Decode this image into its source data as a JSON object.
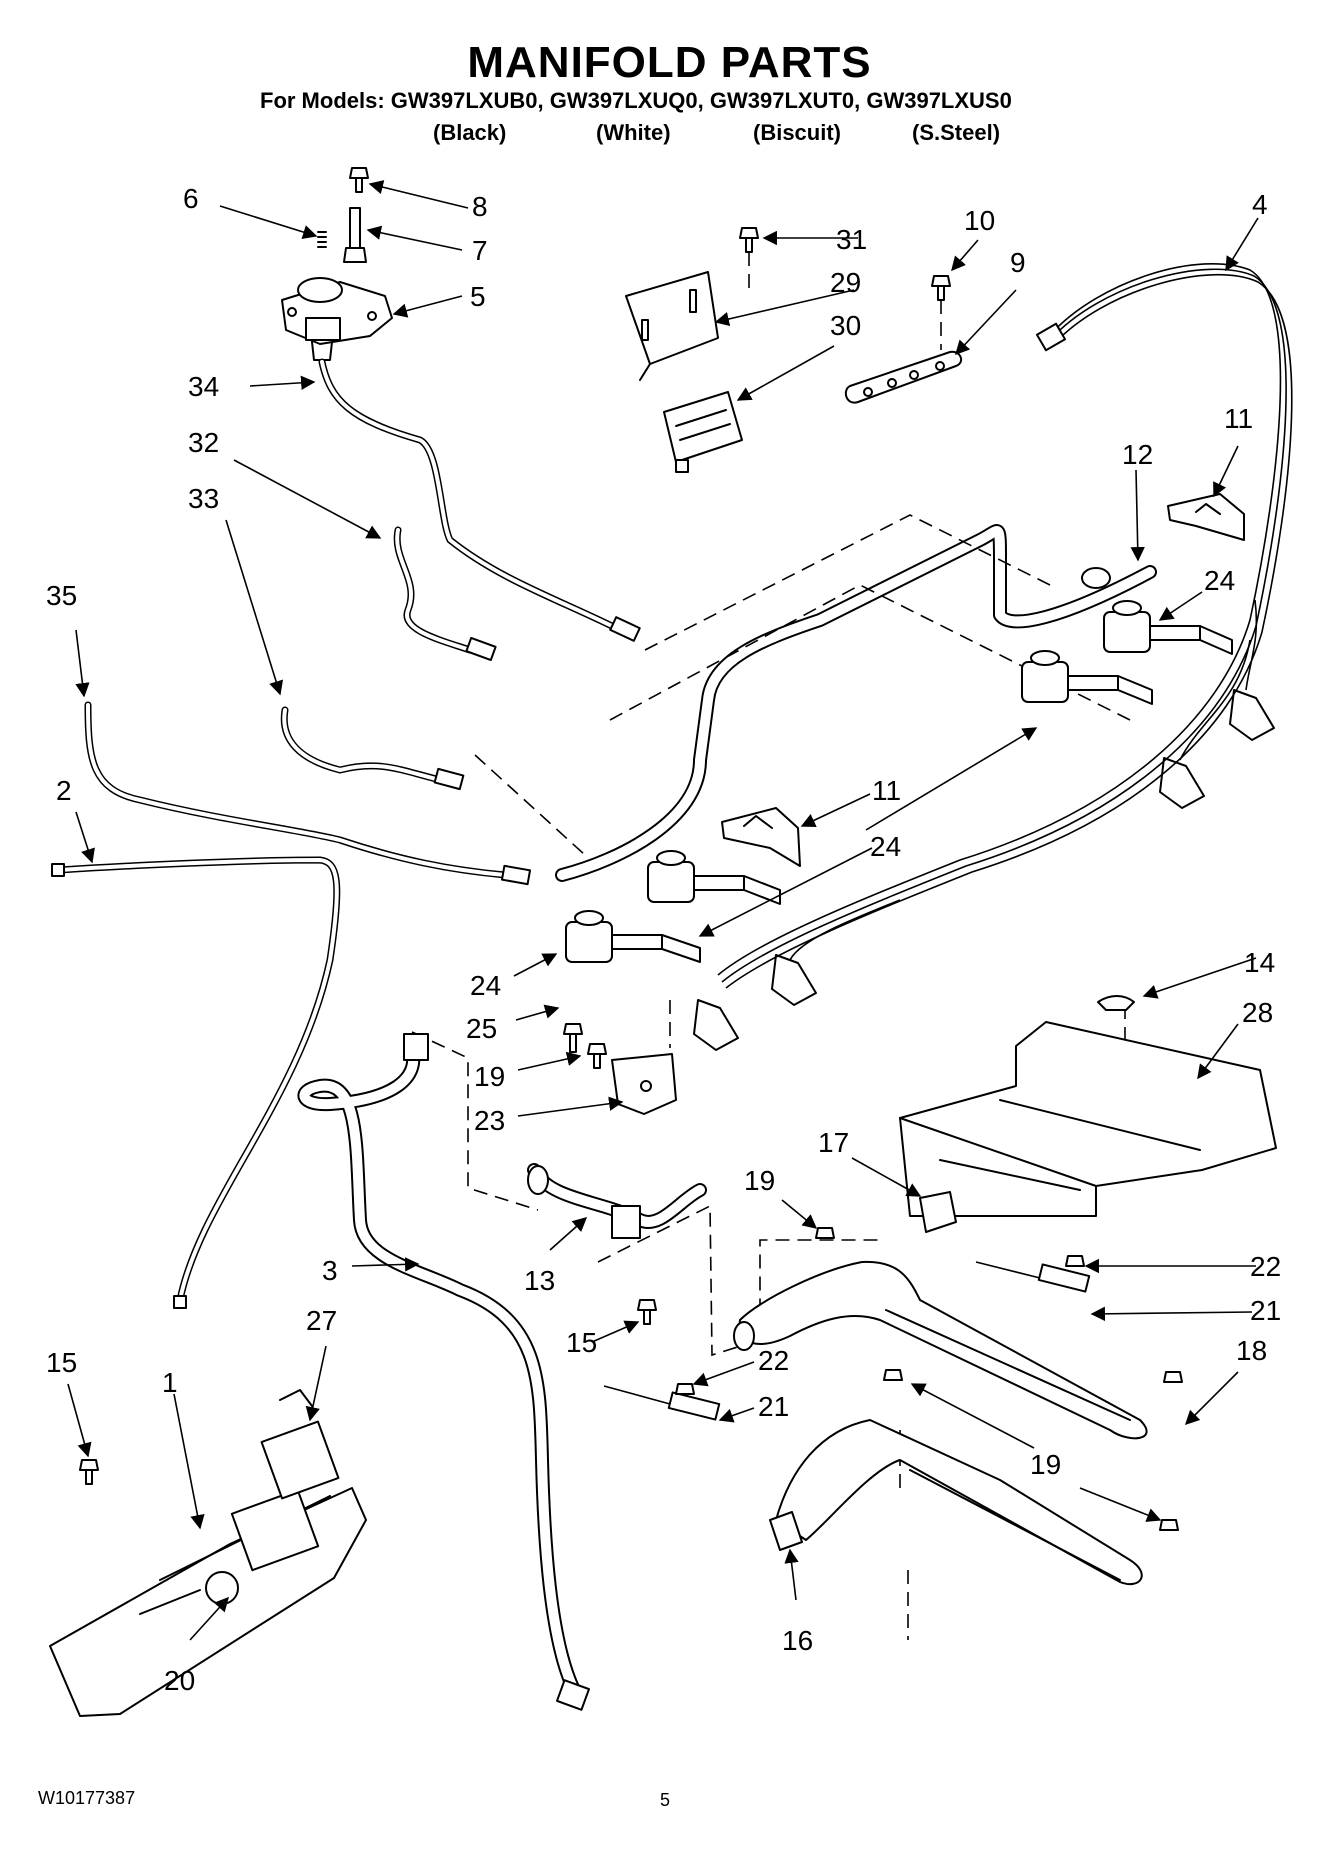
{
  "header": {
    "title": "MANIFOLD PARTS",
    "models_line": "For Models: GW397LXUB0, GW397LXUQ0, GW397LXUT0, GW397LXUS0",
    "finishes": [
      "(Black)",
      "(White)",
      "(Biscuit)",
      "(S.Steel)"
    ]
  },
  "callouts": {
    "c1": "1",
    "c2": "2",
    "c3": "3",
    "c4": "4",
    "c5": "5",
    "c6": "6",
    "c7": "7",
    "c8": "8",
    "c9": "9",
    "c10": "10",
    "c11a": "11",
    "c11b": "11",
    "c12": "12",
    "c13": "13",
    "c14": "14",
    "c15a": "15",
    "c15b": "15",
    "c16": "16",
    "c17": "17",
    "c18": "18",
    "c19a": "19",
    "c19b": "19",
    "c19c": "19",
    "c20": "20",
    "c21a": "21",
    "c21b": "21",
    "c22a": "22",
    "c22b": "22",
    "c23": "23",
    "c24a": "24",
    "c24b": "24",
    "c24c": "24",
    "c25": "25",
    "c27": "27",
    "c28": "28",
    "c29": "29",
    "c30": "30",
    "c31": "31",
    "c32": "32",
    "c33": "33",
    "c34": "34",
    "c35": "35"
  },
  "footer": {
    "doc_number": "W10177387",
    "page": "5"
  }
}
